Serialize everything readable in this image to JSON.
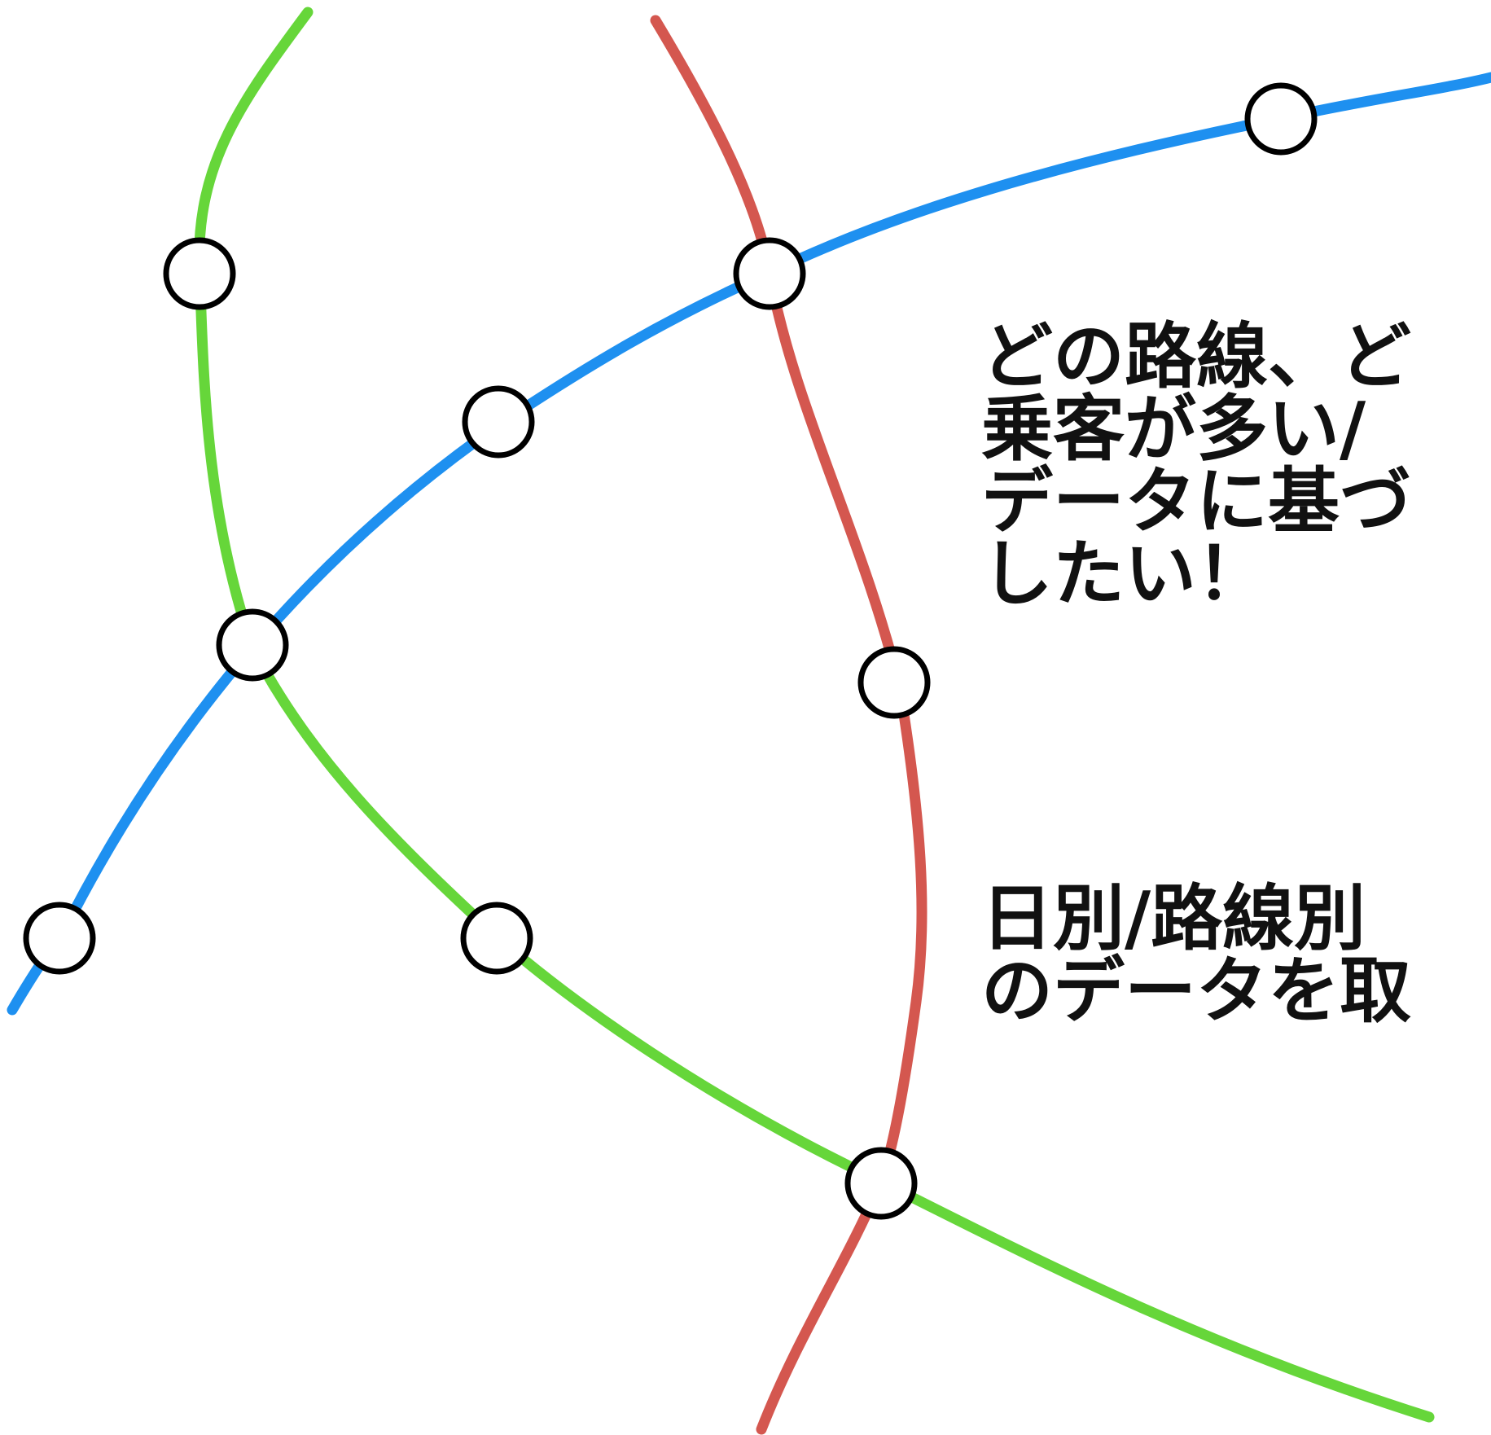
{
  "colors": {
    "background": "#ffffff",
    "green_line": "#66d63a",
    "red_line": "#d4574f",
    "blue_line": "#1e90f0",
    "station_fill": "#ffffff",
    "station_stroke": "#000000",
    "text": "#111111"
  },
  "text": {
    "block1": [
      "どの路線、ど",
      "乗客が多い/",
      "データに基づ",
      "したい！"
    ],
    "block2": [
      "日別/路線別",
      "のデータを取"
    ]
  }
}
